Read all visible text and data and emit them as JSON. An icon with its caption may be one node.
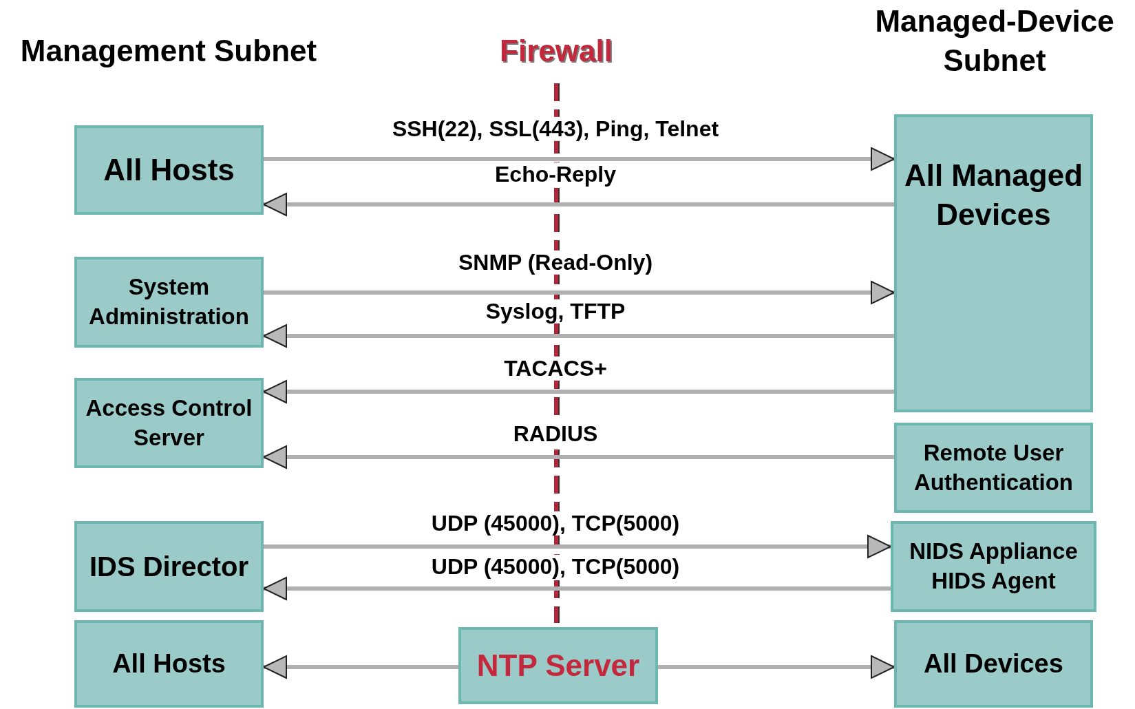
{
  "diagram": {
    "nodes": [
      {
        "text": [
          "All Hosts"
        ]
      },
      {
        "text": [
          "System Administration"
        ]
      },
      {
        "text": [
          "Access Control Server"
        ]
      },
      {
        "text": [
          "IDS Director"
        ]
      },
      {
        "text": [
          "All Hosts"
        ]
      },
      {
        "text": [
          "All Managed Devices"
        ]
      },
      {
        "text": [
          "Remote User Authentication"
        ]
      },
      {
        "text": [
          "NIDS Appliance HIDS Agent"
        ]
      },
      {
        "text": [
          "All Devices"
        ]
      },
      {
        "text": [
          "NTP Server"
        ]
      }
    ],
    "edges": [
      {
        "from": 0,
        "to": 5,
        "arrow": "to",
        "label": "SSH(22), SSL(443), Ping, Telnet"
      },
      {
        "from": 5,
        "to": 0,
        "arrow": "to",
        "label": "Echo-Reply"
      },
      {
        "from": 1,
        "to": 5,
        "arrow": "to",
        "label": "SNMP (Read-Only)"
      },
      {
        "from": 5,
        "to": 1,
        "arrow": "to",
        "label": "Syslog, TFTP"
      },
      {
        "from": 5,
        "to": 2,
        "arrow": "to",
        "label": "TACACS+"
      },
      {
        "from": 6,
        "to": 2,
        "arrow": "to",
        "label": "RADIUS"
      },
      {
        "from": 3,
        "to": 7,
        "arrow": "to",
        "label": "UDP (45000), TCP(5000)"
      },
      {
        "from": 7,
        "to": 3,
        "arrow": "to",
        "label": "UDP (45000), TCP(5000)"
      },
      {
        "from": 9,
        "to": 4,
        "arrow": "to"
      },
      {
        "from": 9,
        "to": 8,
        "arrow": "to"
      }
    ],
    "labels": [
      "Management Subnet",
      "Firewall",
      "Managed-Device Subnet"
    ]
  }
}
